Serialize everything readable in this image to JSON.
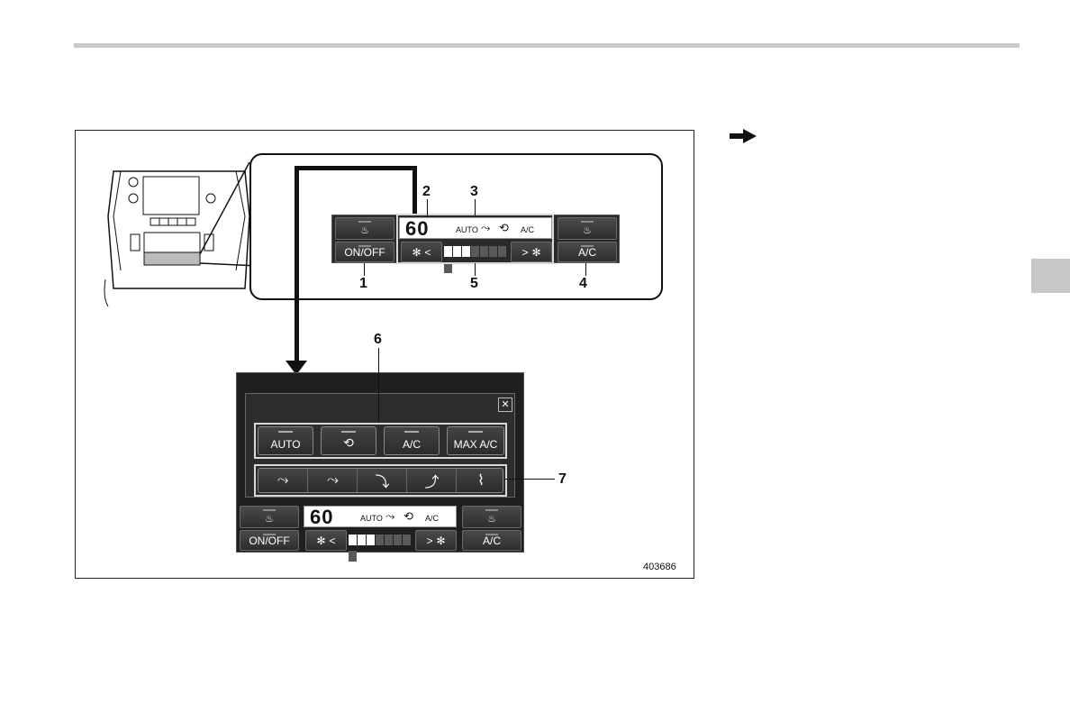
{
  "figure": {
    "id": "403686",
    "callouts": [
      "1",
      "2",
      "3",
      "4",
      "5",
      "6",
      "7"
    ]
  },
  "climate_panel": {
    "temperature": "60",
    "auto": "AUTO",
    "ac_indicator": "A/C",
    "on_off": "ON/OFF",
    "ac_button": "A/C",
    "fan_left": "<",
    "fan_right": ">",
    "fan_level": 3,
    "fan_segments": 8
  },
  "expanded_panel": {
    "modes": [
      "AUTO",
      "A/C",
      "MAX A/C"
    ],
    "close": "✕"
  },
  "colors": {
    "panel_dark": "#2a2a2a",
    "display_white": "#ffffff",
    "side_tab": "#c8c8c8"
  }
}
